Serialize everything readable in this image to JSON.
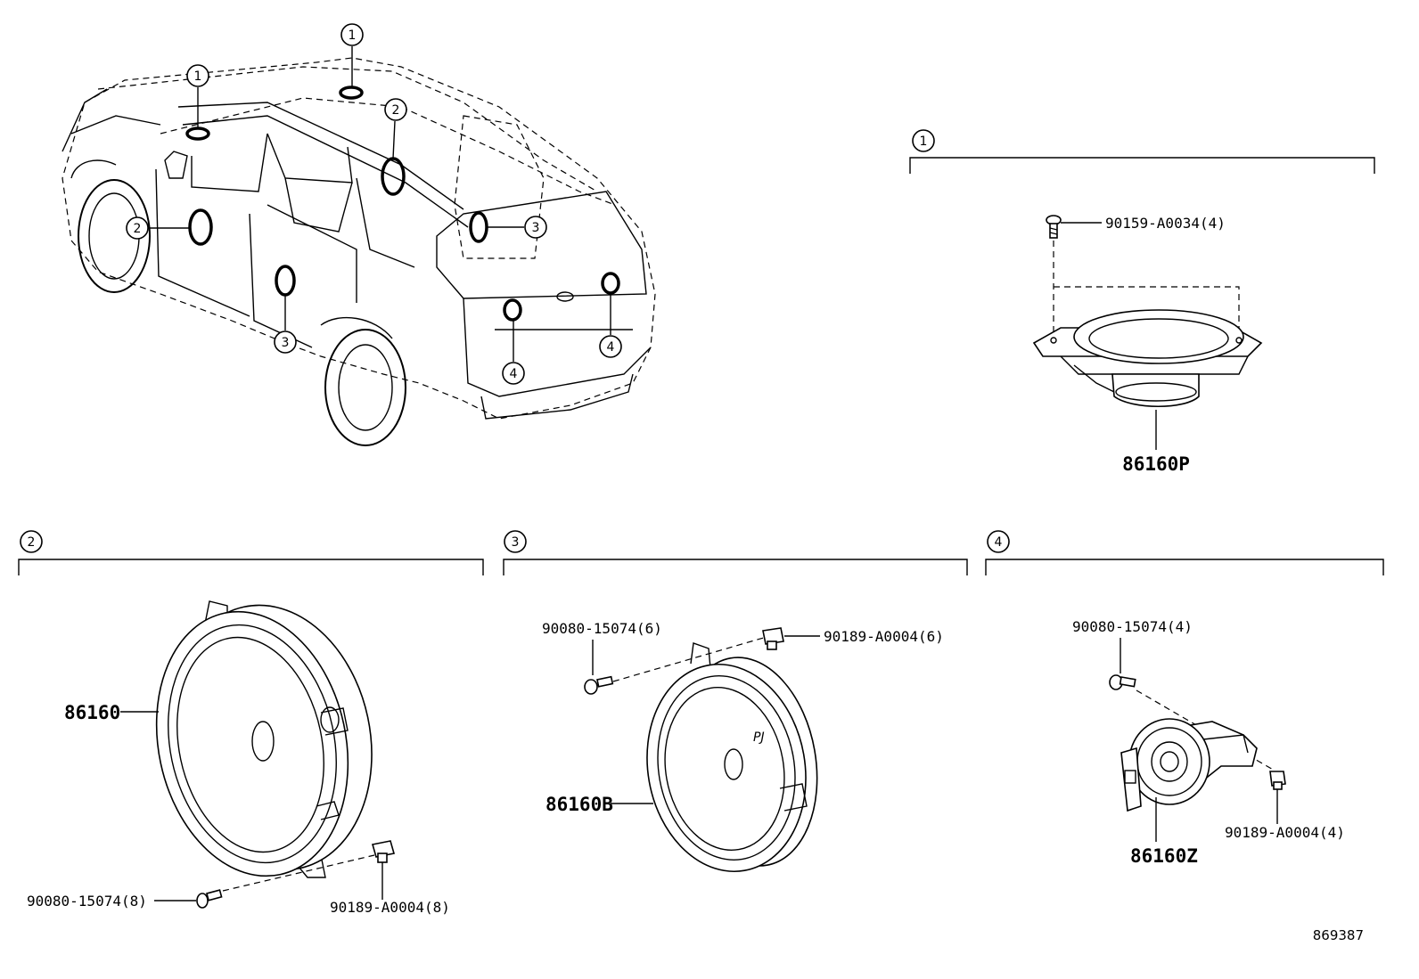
{
  "callouts": [
    "1",
    "2",
    "3",
    "4"
  ],
  "sections": [
    {
      "id": "1",
      "parts": [
        {
          "label": "90159-A0034(4)"
        },
        {
          "label": "86160P"
        }
      ]
    },
    {
      "id": "2",
      "parts": [
        {
          "label": "86160"
        },
        {
          "label": "90080-15074(8)"
        },
        {
          "label": "90189-A0004(8)"
        }
      ]
    },
    {
      "id": "3",
      "parts": [
        {
          "label": "90080-15074(6)"
        },
        {
          "label": "90189-A0004(6)"
        },
        {
          "label": "86160B"
        }
      ]
    },
    {
      "id": "4",
      "parts": [
        {
          "label": "90080-15074(4)"
        },
        {
          "label": "86160Z"
        },
        {
          "label": "90189-A0004(4)"
        }
      ]
    }
  ],
  "figure_number": "869387"
}
